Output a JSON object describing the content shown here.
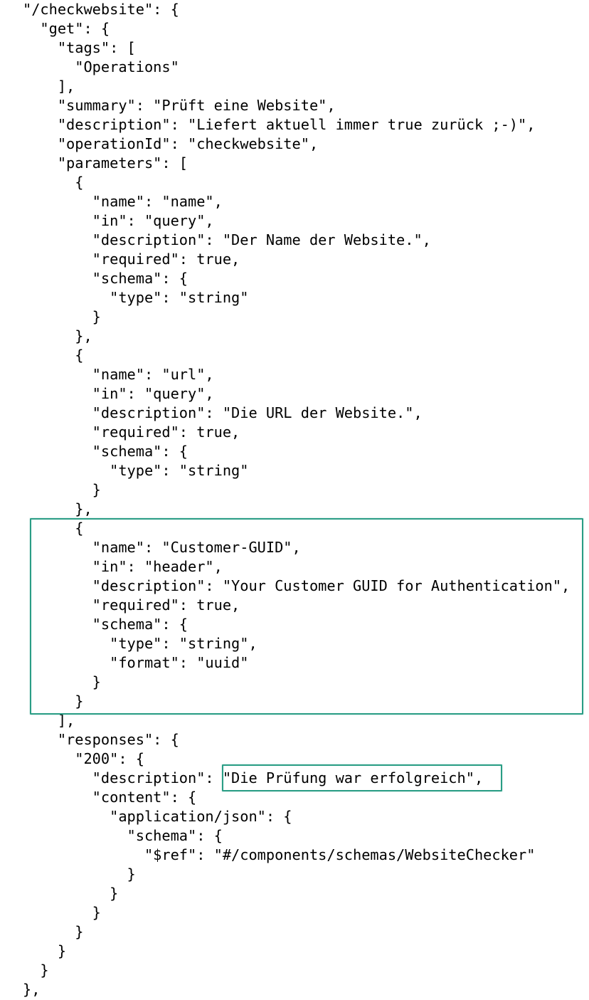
{
  "code_lines": [
    "\"/checkwebsite\": {",
    "  \"get\": {",
    "    \"tags\": [",
    "      \"Operations\"",
    "    ],",
    "    \"summary\": \"Prüft eine Website\",",
    "    \"description\": \"Liefert aktuell immer true zurück ;-)\",",
    "    \"operationId\": \"checkwebsite\",",
    "    \"parameters\": [",
    "      {",
    "        \"name\": \"name\",",
    "        \"in\": \"query\",",
    "        \"description\": \"Der Name der Website.\",",
    "        \"required\": true,",
    "        \"schema\": {",
    "          \"type\": \"string\"",
    "        }",
    "      },",
    "      {",
    "        \"name\": \"url\",",
    "        \"in\": \"query\",",
    "        \"description\": \"Die URL der Website.\",",
    "        \"required\": true,",
    "        \"schema\": {",
    "          \"type\": \"string\"",
    "        }",
    "      },",
    "      {",
    "        \"name\": \"Customer-GUID\",",
    "        \"in\": \"header\",",
    "        \"description\": \"Your Customer GUID for Authentication\",",
    "        \"required\": true,",
    "        \"schema\": {",
    "          \"type\": \"string\",",
    "          \"format\": \"uuid\"",
    "        }",
    "      }",
    "    ],",
    "    \"responses\": {",
    "      \"200\": {",
    "        \"description\": \"Die Prüfung war erfolgreich\",",
    "        \"content\": {",
    "          \"application/json\": {",
    "            \"schema\": {",
    "              \"$ref\": \"#/components/schemas/WebsiteChecker\"",
    "            }",
    "          }",
    "        }",
    "      }",
    "    }",
    "  }",
    "},"
  ],
  "highlights": {
    "color": "#2a9d85"
  }
}
